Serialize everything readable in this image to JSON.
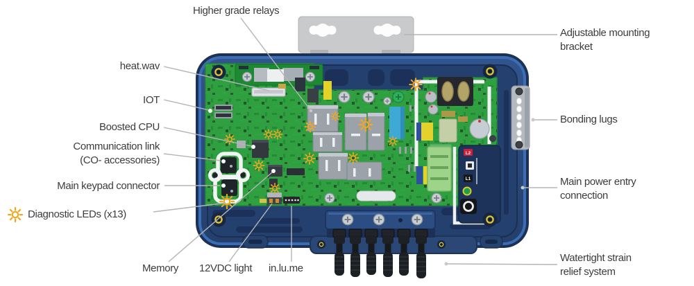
{
  "labels": {
    "higher_grade_relays": "Higher grade relays",
    "heat_wav": "heat.wav",
    "iot": "IOT",
    "boosted_cpu": "Boosted CPU",
    "communication_link_line1": "Communication link",
    "communication_link_line2": "(CO- accessories)",
    "main_keypad_connector": "Main keypad connector",
    "diagnostic_leds": "Diagnostic LEDs (x13)",
    "memory": "Memory",
    "twelve_vdc_light": "12VDC light",
    "in_lu_me": "in.lu.me",
    "adjustable_mounting_line1": "Adjustable mounting",
    "adjustable_mounting_line2": "bracket",
    "bonding_lugs": "Bonding lugs",
    "main_power_line1": "Main power entry",
    "main_power_line2": "connection",
    "watertight_line1": "Watertight strain",
    "watertight_line2": "relief system"
  },
  "device": {
    "terminal_badge_l2": "L2",
    "terminal_badge_l1": "L1",
    "diagnostic_led_count": 13,
    "cable_gland_count": 6
  },
  "colors": {
    "case_outline": "#1d3154",
    "case_rim_highlight": "#3a6db4",
    "case_body": "#2b4a7d",
    "case_floor": "#24406e",
    "pcb_green": "#2f9f3f",
    "led_orange": "#f2a71f",
    "leader_line": "#b5b5b5",
    "label_text": "#3c3c3c",
    "bracket_gray": "#c9cacc",
    "badge_red": "#cf1f3d"
  }
}
